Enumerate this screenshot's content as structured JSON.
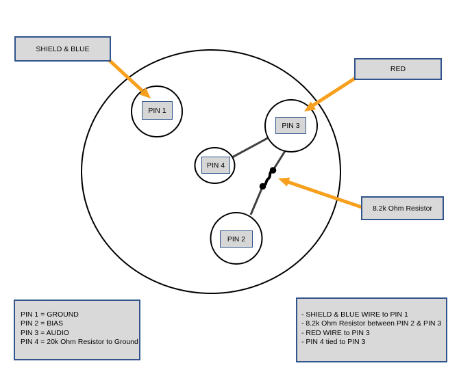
{
  "diagram": {
    "type": "connector-pinout-diagram",
    "colors": {
      "callout_fill": "#d9d9d9",
      "callout_border": "#31548c",
      "arrow_orange": "#f7a01e",
      "wire_gray": "#404040",
      "outline_black": "#000000",
      "background": "#ffffff"
    },
    "callouts": {
      "shield_blue": {
        "label": "SHIELD & BLUE",
        "points_to": "PIN 1"
      },
      "red": {
        "label": "RED",
        "points_to": "PIN 3"
      },
      "resistor": {
        "label": "8.2k Ohm Resistor",
        "points_to": "resistor symbol between PIN 2 and PIN 3"
      }
    },
    "pins": [
      {
        "id": "pin-1",
        "label": "PIN 1"
      },
      {
        "id": "pin-2",
        "label": "PIN 2"
      },
      {
        "id": "pin-3",
        "label": "PIN 3"
      },
      {
        "id": "pin-4",
        "label": "PIN 4"
      }
    ],
    "connections": [
      "PIN 4 to PIN 3",
      "PIN 3 to PIN 2 through 8.2k Ohm resistor"
    ],
    "legend_left": {
      "lines": [
        "PIN 1 = GROUND",
        "PIN 2 = BIAS",
        "PIN 3 = AUDIO",
        "PIN 4 = 20k Ohm Resistor to Ground"
      ]
    },
    "legend_right": {
      "lines": [
        "- SHIELD & BLUE WIRE to PIN 1",
        "- 8.2k Ohm Resistor between PIN 2 & PIN 3",
        "- RED WIRE to PIN 3",
        "- PIN 4 tied to PIN 3"
      ]
    }
  }
}
